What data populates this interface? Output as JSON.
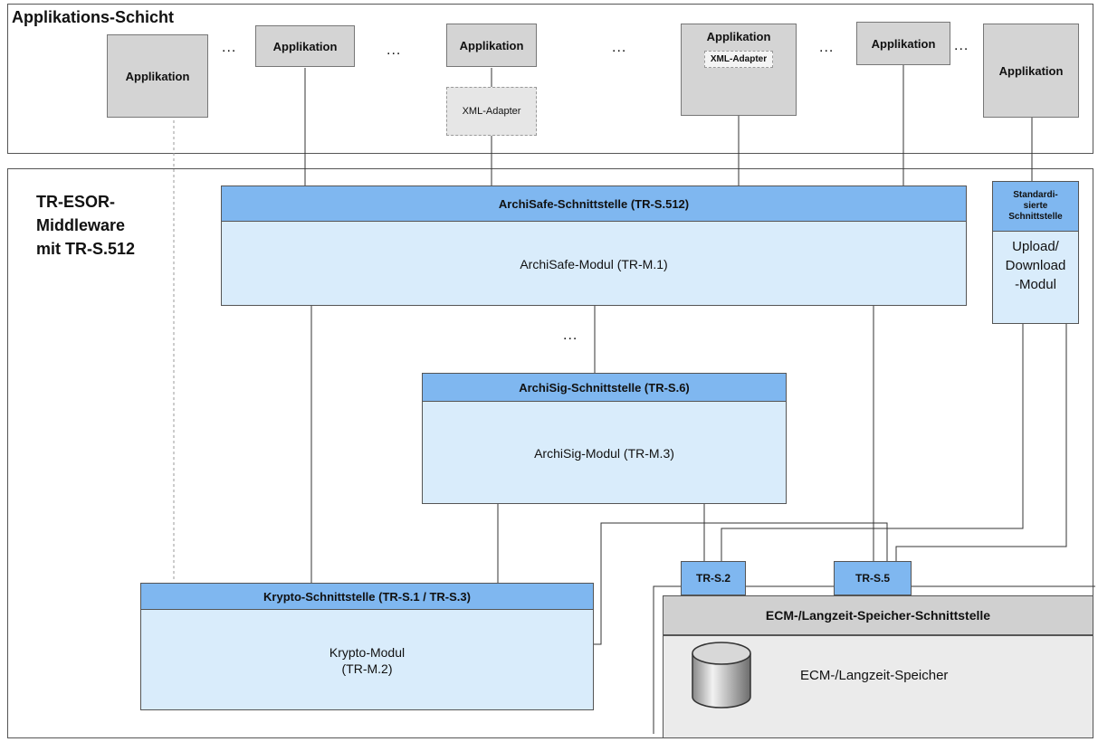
{
  "app_layer": {
    "title": "Applikations-Schicht",
    "app_label": "Applikation",
    "adapter_label": "XML-Adapter",
    "ellipsis": "..."
  },
  "middleware": {
    "title_line1": "TR-ESOR-",
    "title_line2": "Middleware",
    "title_line3": "mit TR-S.512"
  },
  "archisafe": {
    "interface": "ArchiSafe-Schnittstelle (TR-S.512)",
    "module": "ArchiSafe-Modul (TR-M.1)"
  },
  "standard": {
    "interface_l1": "Standardi-",
    "interface_l2": "sierte",
    "interface_l3": "Schnittstelle",
    "module_l1": "Upload/",
    "module_l2": "Download",
    "module_l3": "-Modul"
  },
  "archisig": {
    "interface": "ArchiSig-Schnittstelle (TR-S.6)",
    "module": "ArchiSig-Modul (TR-M.3)"
  },
  "krypto": {
    "interface": "Krypto-Schnittstelle (TR-S.1 / TR-S.3)",
    "module_l1": "Krypto-Modul",
    "module_l2": "(TR-M.2)"
  },
  "ports": {
    "trs2": "TR-S.2",
    "trs5": "TR-S.5"
  },
  "ecm": {
    "interface": "ECM-/Langzeit-Speicher-Schnittstelle",
    "storage": "ECM-/Langzeit-Speicher"
  },
  "colors": {
    "interface_blue": "#7fb7f0",
    "module_blue": "#d9ecfb",
    "app_gray": "#d4d4d4"
  }
}
